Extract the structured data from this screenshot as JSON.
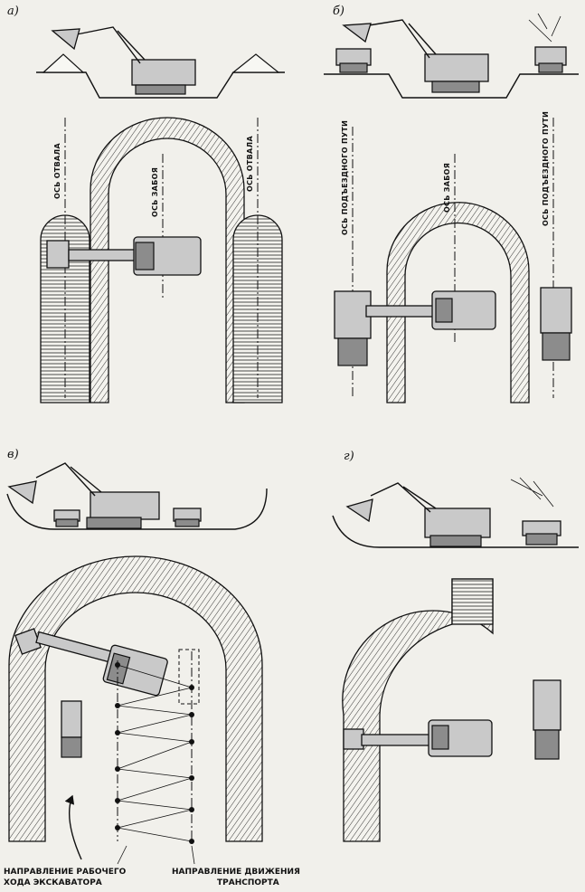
{
  "figure": {
    "panels": [
      {
        "id": "a",
        "label": "а)",
        "axis_labels": [
          "ОСЬ ОТВАЛА",
          "ОСЬ ЗАБОЯ",
          "ОСЬ ОТВАЛА"
        ]
      },
      {
        "id": "b",
        "label": "б)",
        "axis_labels": [
          "ОСЬ ПОДЪЕЗДНОГО ПУТИ",
          "ОСЬ ЗАБОЯ",
          "ОСЬ ПОДЪЕЗДНОГО ПУТИ"
        ]
      },
      {
        "id": "v",
        "label": "в)"
      },
      {
        "id": "g",
        "label": "г)"
      }
    ],
    "captions": {
      "working_direction_line1": "НАПРАВЛЕНИЕ РАБОЧЕГО",
      "working_direction_line2": "ХОДА ЭКСКАВАТОРА",
      "transport_direction_line1": "НАПРАВЛЕНИЕ ДВИЖЕНИЯ",
      "transport_direction_line2": "ТРАНСПОРТА"
    }
  }
}
